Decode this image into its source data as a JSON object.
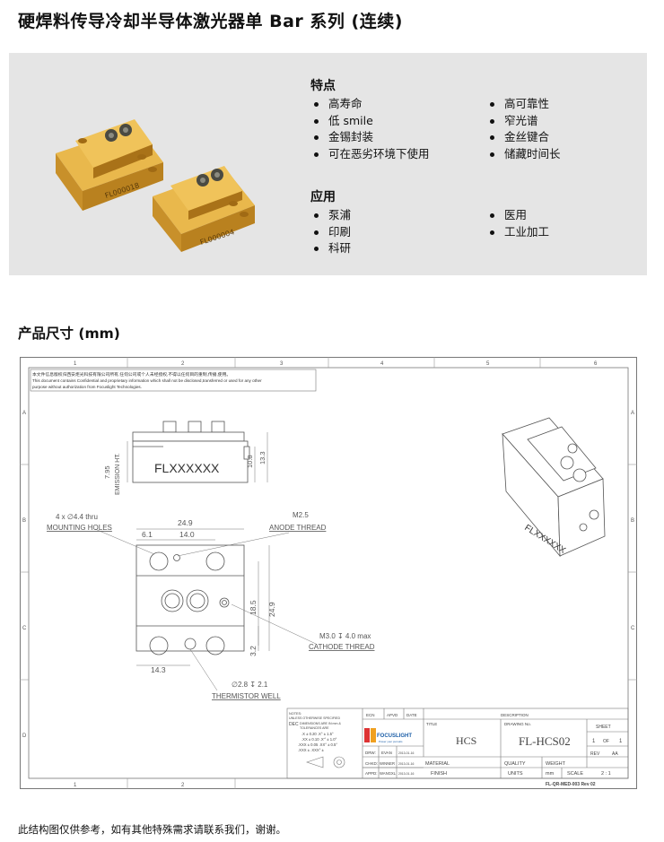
{
  "page": {
    "title": "硬焊料传导冷却半导体激光器单 Bar 系列 (连续)",
    "dims_heading": "产品尺寸 (mm)",
    "footer_note": "此结构图仅供参考，如有其他特殊需求请联系我们，谢谢。"
  },
  "features": {
    "heading": "特点",
    "left": [
      "高寿命",
      "低 smile",
      "金锡封装",
      "可在恶劣环境下使用"
    ],
    "right": [
      "高可靠性",
      "窄光谱",
      "金丝键合",
      "储藏时间长"
    ]
  },
  "applications": {
    "heading": "应用",
    "left": [
      "泵浦",
      "印刷",
      "科研"
    ],
    "right": [
      "医用",
      "工业加工"
    ]
  },
  "photo": {
    "label_a": "FL000018",
    "label_b": "FL000004"
  },
  "drawing": {
    "confidential_cn": "本文件信息版权归西安炬光科技有限公司所有,任何公司或个人未经授权,不得以任何目的重制,传播,使用。",
    "confidential_en_1": "This document contains Confidential and proprietary information which shall not be disclosed,transferred or used for any other",
    "confidential_en_2": "purpose without authorization from Focuslight Technologies.",
    "col_labels": [
      "1",
      "2",
      "3",
      "4",
      "5",
      "6"
    ],
    "row_labels": [
      "A",
      "B",
      "C",
      "D"
    ],
    "part_marking": "FLXXXXXX",
    "iso_marking": "FLXXXXXX",
    "dim_emission_value": "7.95",
    "dim_emission_label": "EMISSION HT.",
    "dim_108": "10.8",
    "dim_133": "13.3",
    "dim_249_top": "24.9",
    "dim_61": "6.1",
    "dim_140": "14.0",
    "dim_185": "18.5",
    "dim_249_side": "24.9",
    "dim_32": "3.2",
    "dim_143": "14.3",
    "mounting_qty": "4 x ∅4.4 thru",
    "mounting_label": "MOUNTING HOLES",
    "anode_size": "M2.5",
    "anode_label": "ANODE THREAD",
    "cathode_size": "M3.0 ↧ 4.0 max",
    "cathode_label": "CATHODE THREAD",
    "thermistor_size": "∅2.8 ↧ 2.1",
    "thermistor_label": "THERMISTOR WELL",
    "tb": {
      "notes": "NOTES:",
      "unless": "UNLESS OTHERWISE SPECIFIED",
      "dec": "DEC",
      "dims_in": "DIMENSIONS ARE IN mm &",
      "tol_are": "TOLERANCES ARE",
      "tol_lines": [
        ".X ±  0.20     .X° ± 1.5°",
        ".XX ±  0.10    .X'° ± 1.0°",
        ".XXX ±  0.05   .XX° ± 0.5°",
        ".XXX ±          .XXX° ±"
      ],
      "ecn": "ECN",
      "apvd": "APVD",
      "date": "DATE",
      "description": "DESCRIPTION",
      "title_lbl": "TITLE",
      "title_val": "HCS",
      "drawing_no_lbl": "DRAWING No.",
      "drawing_no_val": "FL-HCS02",
      "sheet_lbl": "SHEET",
      "sheet_cur": "1",
      "sheet_of": "OF",
      "sheet_tot": "1",
      "rev_lbl": "REV",
      "rev_val": "AA",
      "logo": "FOCUSLIGHT",
      "logo_sub": "Power your pursuits",
      "drw_lbl": "DRW:",
      "drw_name": "EVAN",
      "drw_date": "2013-01-16",
      "chkd_lbl": "CHKD:",
      "chkd_name": "WINNER",
      "chkd_date": "2013-01-16",
      "appd_lbl": "APPD:",
      "appd_name": "WANGXL",
      "appd_date": "2013-01-16",
      "material_lbl": "MATERIAL",
      "finish_lbl": "FINISH",
      "quality_lbl": "QUALITY",
      "weight_lbl": "WEIGHT",
      "units_lbl": "UNITS",
      "units_val": "mm",
      "scale_lbl": "SCALE",
      "scale_val": "2 : 1",
      "form_no": "FL-QR-MED-003 Rev 02"
    }
  },
  "colors": {
    "panel_bg": "#e5e5e5",
    "gold": "#d9a437",
    "line": "#555555"
  }
}
